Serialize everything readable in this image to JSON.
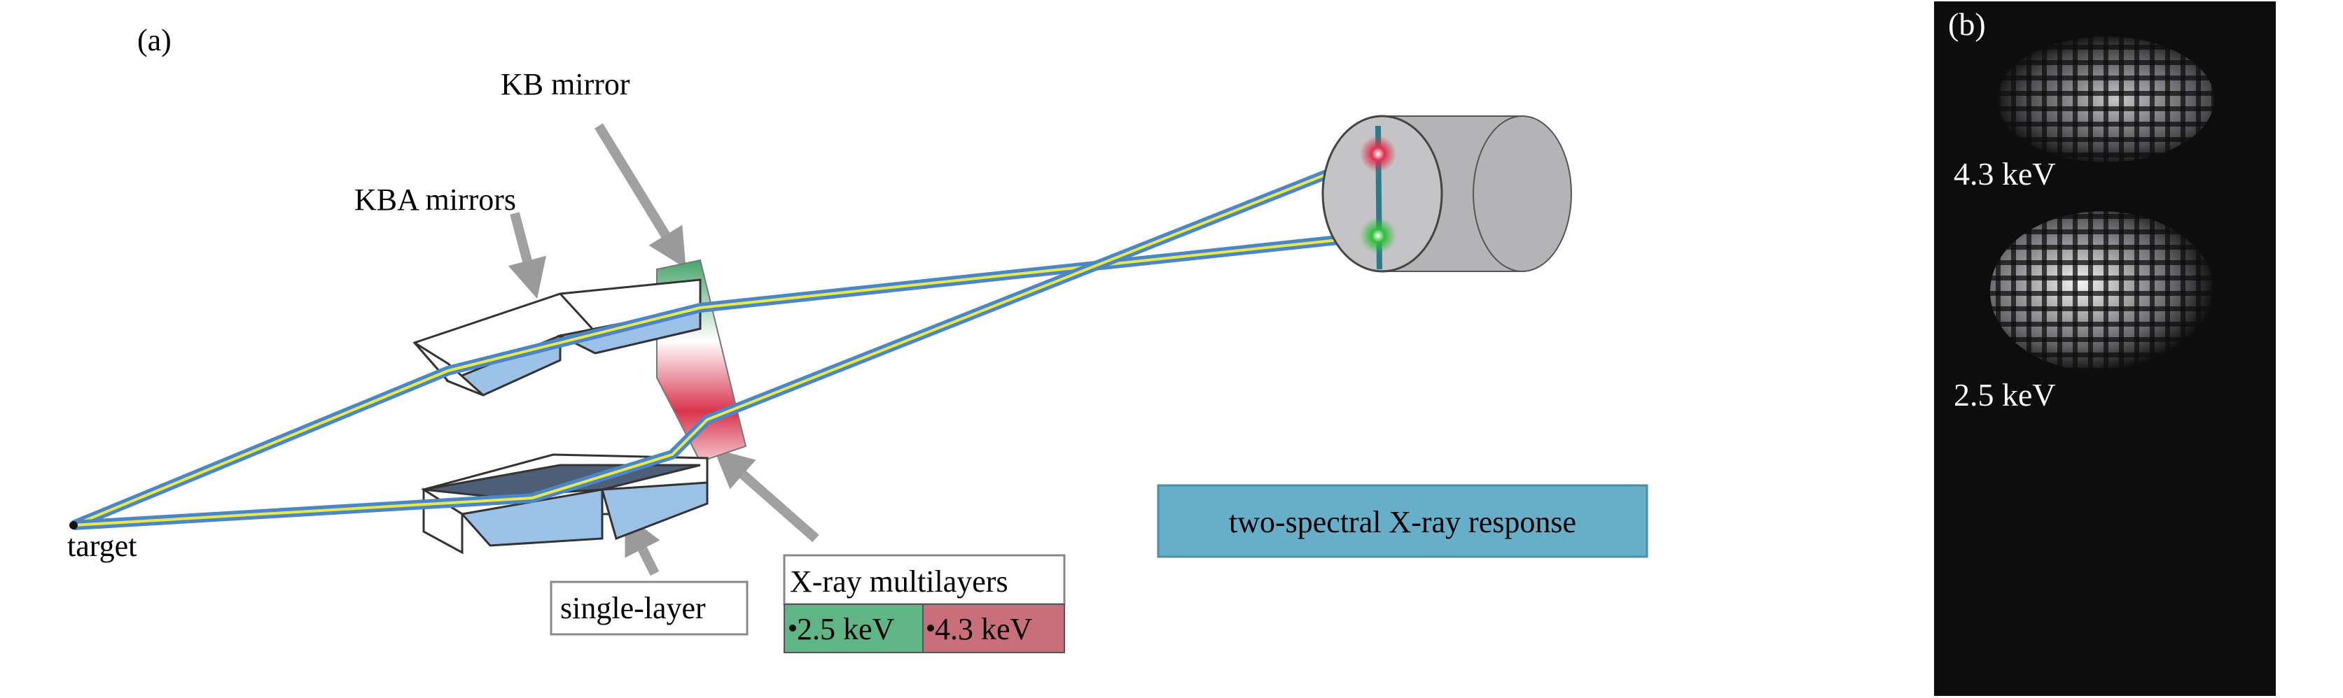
{
  "panel_a": {
    "label": "(a)",
    "kb_mirror": "KB mirror",
    "kba_mirrors": "KBA mirrors",
    "target": "target",
    "single_layer": "single-layer",
    "xray_multilayers": "X-ray multilayers",
    "energy_low": "2.5 keV",
    "energy_high": "4.3 keV",
    "response_box": "two-spectral X-ray response",
    "colors": {
      "green": "#5fb585",
      "red": "#c96f7c",
      "blue_box": "#67afc8",
      "beam_blue": "#4a86c8",
      "beam_yellow": "#e7e84a"
    }
  },
  "panel_b": {
    "label": "(b)",
    "top_energy": "4.3 keV",
    "bottom_energy": "2.5 keV"
  }
}
